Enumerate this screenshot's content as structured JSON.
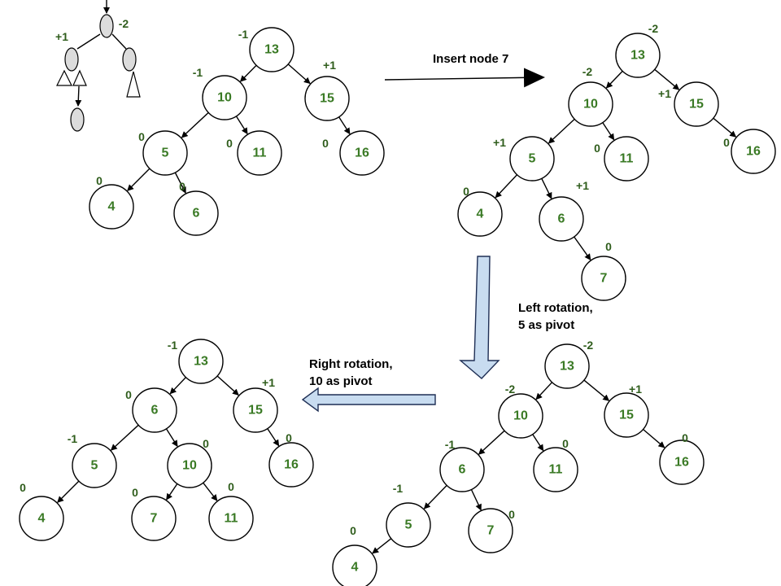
{
  "colors": {
    "node_text": "#3a7a25",
    "balance_text": "#2f5d1c",
    "arrow_fill": "#c8dcf0",
    "arrow_stroke": "#1f2f55"
  },
  "captions": {
    "insert": "Insert node 7",
    "left_rotation_line1": "Left rotation,",
    "left_rotation_line2": "5 as pivot",
    "right_rotation_line1": "Right rotation,",
    "right_rotation_line2": "10 as pivot"
  },
  "mini_tree": {
    "root_balance": "-2",
    "left_balance": "+1"
  },
  "trees": [
    {
      "id": "initial",
      "nodes": [
        {
          "value": "13",
          "balance": "-1"
        },
        {
          "value": "10",
          "balance": "-1"
        },
        {
          "value": "15",
          "balance": "+1"
        },
        {
          "value": "5",
          "balance": "0"
        },
        {
          "value": "11",
          "balance": "0"
        },
        {
          "value": "16",
          "balance": "0"
        },
        {
          "value": "4",
          "balance": "0"
        },
        {
          "value": "6",
          "balance": "0"
        }
      ]
    },
    {
      "id": "after-insert",
      "nodes": [
        {
          "value": "13",
          "balance": "-2"
        },
        {
          "value": "10",
          "balance": "-2"
        },
        {
          "value": "15",
          "balance": "+1"
        },
        {
          "value": "5",
          "balance": "+1"
        },
        {
          "value": "11",
          "balance": "0"
        },
        {
          "value": "16",
          "balance": "0"
        },
        {
          "value": "4",
          "balance": "0"
        },
        {
          "value": "6",
          "balance": "+1"
        },
        {
          "value": "7",
          "balance": "0"
        }
      ]
    },
    {
      "id": "after-left-rotation",
      "nodes": [
        {
          "value": "13",
          "balance": "-2"
        },
        {
          "value": "10",
          "balance": "-2"
        },
        {
          "value": "15",
          "balance": "+1"
        },
        {
          "value": "6",
          "balance": "-1"
        },
        {
          "value": "11",
          "balance": "0"
        },
        {
          "value": "16",
          "balance": "0"
        },
        {
          "value": "5",
          "balance": "-1"
        },
        {
          "value": "7",
          "balance": "0"
        },
        {
          "value": "4",
          "balance": "0"
        }
      ]
    },
    {
      "id": "after-right-rotation",
      "nodes": [
        {
          "value": "13",
          "balance": "-1"
        },
        {
          "value": "6",
          "balance": "0"
        },
        {
          "value": "15",
          "balance": "+1"
        },
        {
          "value": "5",
          "balance": "-1"
        },
        {
          "value": "10",
          "balance": "0"
        },
        {
          "value": "16",
          "balance": "0"
        },
        {
          "value": "4",
          "balance": "0"
        },
        {
          "value": "7",
          "balance": "0"
        },
        {
          "value": "11",
          "balance": "0"
        }
      ]
    }
  ]
}
